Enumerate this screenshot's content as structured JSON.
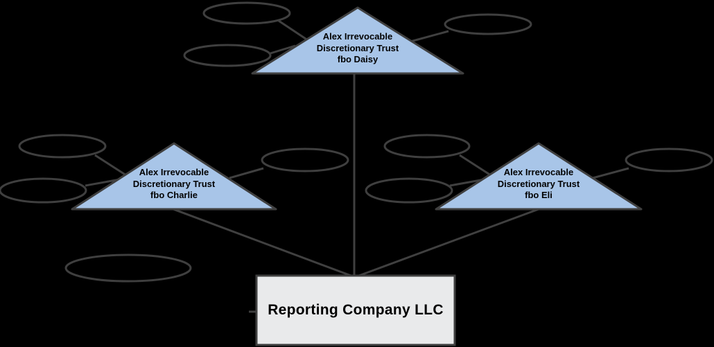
{
  "background_color": "#000000",
  "colors": {
    "triangle_fill": "#A8C5E8",
    "rect_fill": "#E9EAEB",
    "stroke": "#404040",
    "text": "#000000"
  },
  "nodes": {
    "trust_daisy": {
      "shape": "triangle",
      "label_lines": [
        "Alex Irrevocable",
        "Discretionary Trust",
        "fbo Daisy"
      ]
    },
    "trust_charlie": {
      "shape": "triangle",
      "label_lines": [
        "Alex Irrevocable",
        "Discretionary Trust",
        "fbo Charlie"
      ]
    },
    "trust_eli": {
      "shape": "triangle",
      "label_lines": [
        "Alex Irrevocable",
        "Discretionary Trust",
        "fbo Eli"
      ]
    },
    "reporting_company": {
      "shape": "rectangle",
      "label": "Reporting Company LLC"
    }
  },
  "placeholder_ovals": [
    {
      "id": "oval-daisy-upper-left",
      "label": "",
      "attached_to": "trust_daisy"
    },
    {
      "id": "oval-daisy-lower-left",
      "label": "",
      "attached_to": "trust_daisy"
    },
    {
      "id": "oval-daisy-right",
      "label": "",
      "attached_to": "trust_daisy"
    },
    {
      "id": "oval-charlie-upper-left",
      "label": "",
      "attached_to": "trust_charlie"
    },
    {
      "id": "oval-charlie-lower-left",
      "label": "",
      "attached_to": "trust_charlie"
    },
    {
      "id": "oval-charlie-right",
      "label": "",
      "attached_to": "trust_charlie"
    },
    {
      "id": "oval-eli-upper-left",
      "label": "",
      "attached_to": "trust_eli"
    },
    {
      "id": "oval-eli-lower-left",
      "label": "",
      "attached_to": "trust_eli"
    },
    {
      "id": "oval-eli-right",
      "label": "",
      "attached_to": "trust_eli"
    },
    {
      "id": "oval-bottom-left",
      "label": "",
      "attached_to": null
    }
  ],
  "edges": [
    {
      "from": "trust_daisy",
      "to": "reporting_company"
    },
    {
      "from": "trust_charlie",
      "to": "reporting_company"
    },
    {
      "from": "trust_eli",
      "to": "reporting_company"
    },
    {
      "from": "oval-daisy-upper-left",
      "to": "trust_daisy"
    },
    {
      "from": "oval-daisy-lower-left",
      "to": "trust_daisy"
    },
    {
      "from": "oval-daisy-right",
      "to": "trust_daisy"
    },
    {
      "from": "oval-charlie-upper-left",
      "to": "trust_charlie"
    },
    {
      "from": "oval-charlie-lower-left",
      "to": "trust_charlie"
    },
    {
      "from": "oval-charlie-right",
      "to": "trust_charlie"
    },
    {
      "from": "oval-eli-upper-left",
      "to": "trust_eli"
    },
    {
      "from": "oval-eli-lower-left",
      "to": "trust_eli"
    },
    {
      "from": "oval-eli-right",
      "to": "trust_eli"
    },
    {
      "from": "stub-left-of-company",
      "to": "reporting_company"
    }
  ]
}
